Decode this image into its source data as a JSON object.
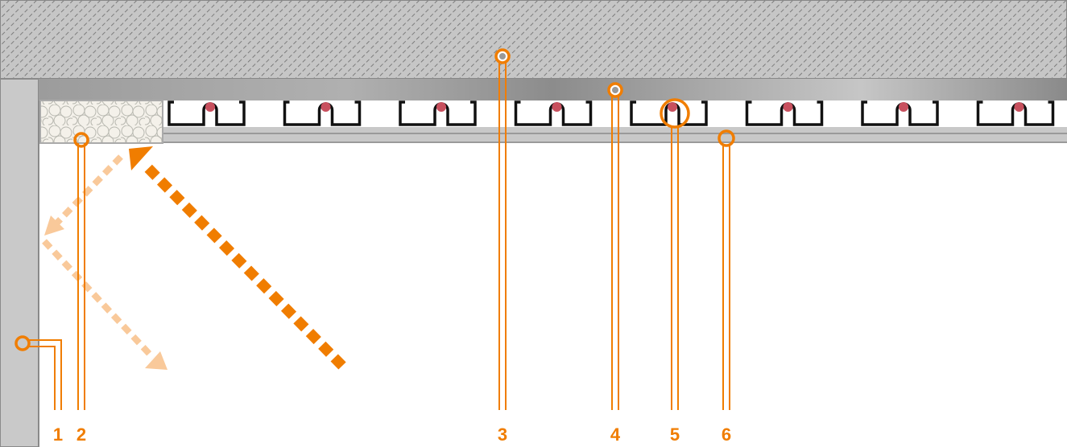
{
  "colors": {
    "accent": "#f07d00",
    "accent_light": "#f9c99a",
    "pipe": "#c8505e",
    "concrete": "#c4c4c4"
  },
  "callouts": [
    {
      "label": "1",
      "target": "wall"
    },
    {
      "label": "2",
      "target": "edge-insulation"
    },
    {
      "label": "3",
      "target": "ceiling-slab"
    },
    {
      "label": "4",
      "target": "air-gap"
    },
    {
      "label": "5",
      "target": "heating-pipe"
    },
    {
      "label": "6",
      "target": "ceiling-panel"
    }
  ]
}
